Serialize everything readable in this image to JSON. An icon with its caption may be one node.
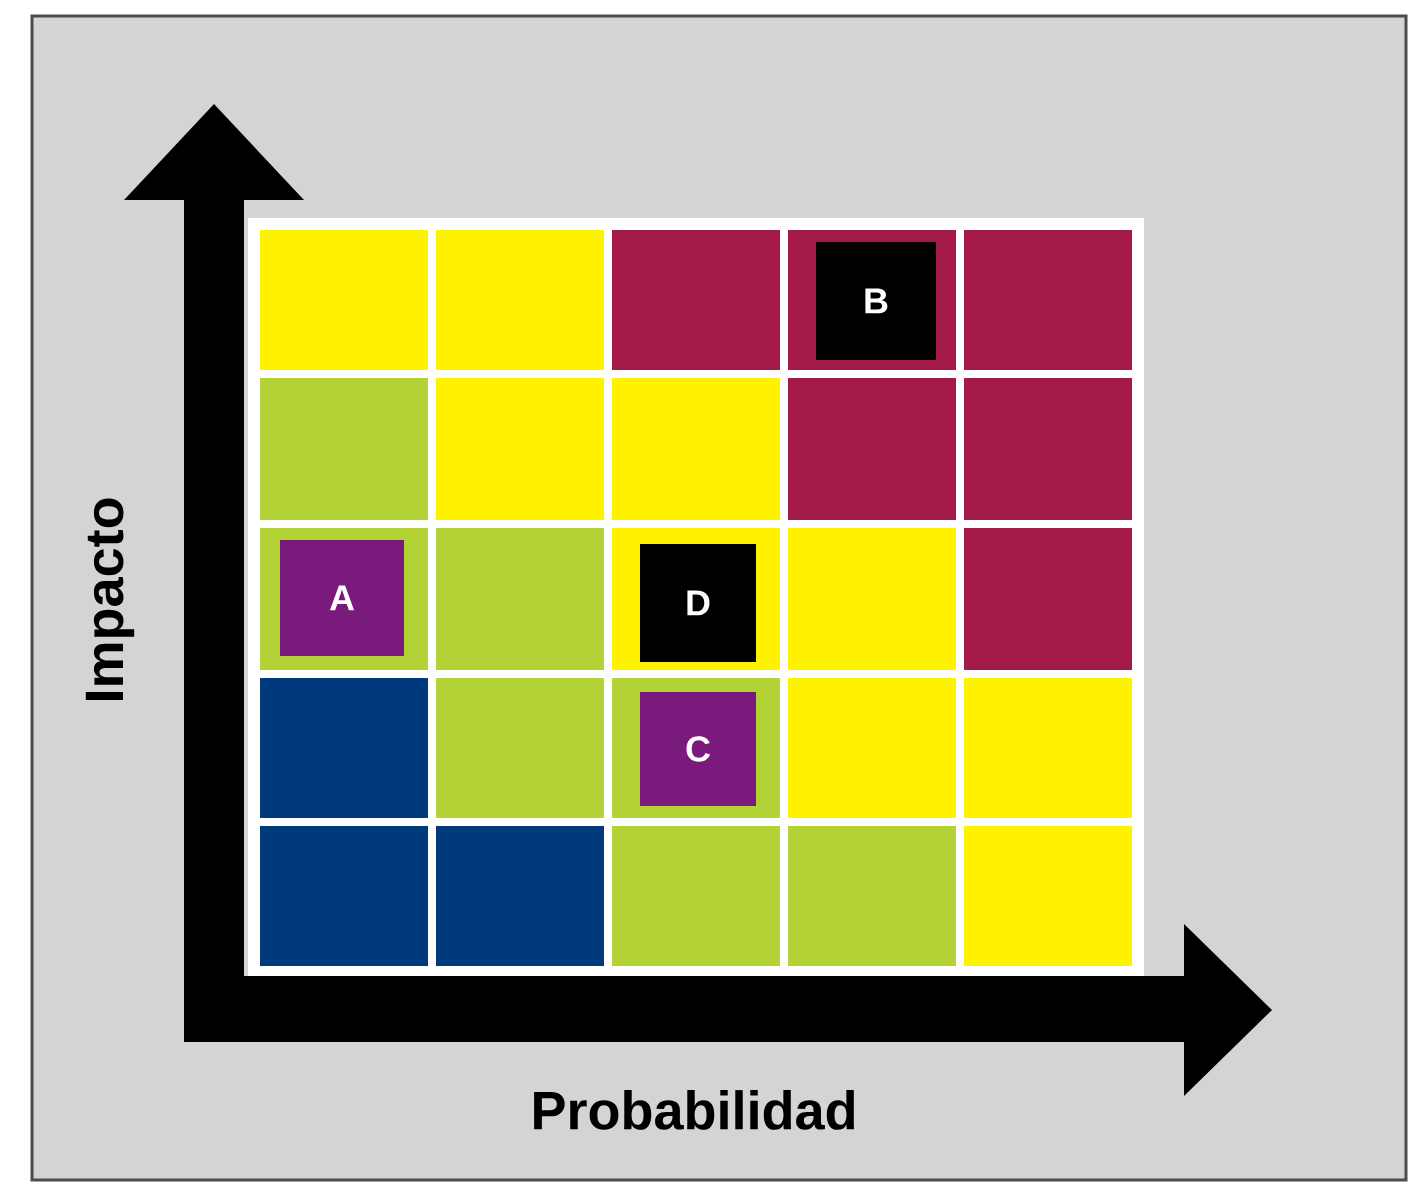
{
  "diagram": {
    "nodes": [
      {
        "text": [
          "B"
        ]
      },
      {
        "text": [
          "A"
        ]
      },
      {
        "text": [
          "D"
        ]
      },
      {
        "text": [
          "C"
        ]
      }
    ],
    "labels": [
      "Impacto",
      "Probabilidad"
    ]
  }
}
